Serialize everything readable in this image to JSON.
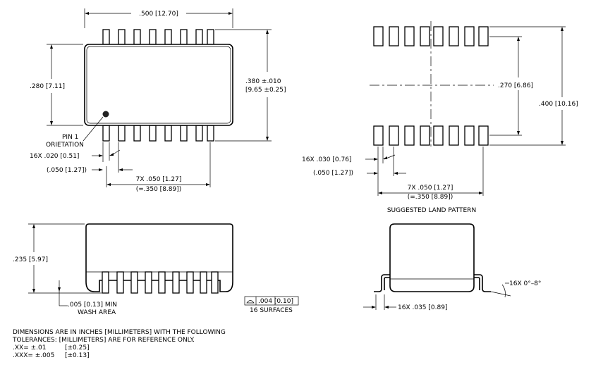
{
  "top_view": {
    "width_dim": ".500  [12.70]",
    "body_height_dim": ".280  [7.11]",
    "overall_height_dim_1": ".380 ±.010",
    "overall_height_dim_2": "[9.65 ±0.25]",
    "pin1_label_1": "PIN 1",
    "pin1_label_2": "ORIETATION",
    "lead_width_dim": "16X  .020  [0.51]",
    "pitch_dim": "(.050  [1.27])",
    "span_dim_1": "7X  .050  [1.27]",
    "span_dim_2": "(=.350  [8.89])"
  },
  "land_pattern": {
    "row_spacing_dim": ".270  [6.86]",
    "overall_dim": ".400  [10.16]",
    "pad_width_dim": "16X  .030  [0.76]",
    "pitch_dim": "(.050  [1.27])",
    "span_dim_1": "7X  .050  [1.27]",
    "span_dim_2": "(=.350  [8.89])",
    "caption": "SUGGESTED  LAND  PATTERN"
  },
  "side_view": {
    "height_dim": ".235  [5.97]",
    "standoff_dim_1": ".005  [0.13]  MIN",
    "standoff_dim_2": "WASH  AREA",
    "flatness_value": ".004  [0.10]",
    "flatness_note": "16  SURFACES"
  },
  "end_view": {
    "angle_dim": "16X  0°–8°",
    "foot_dim": "16X  .035  [0.89]"
  },
  "notes": {
    "line1": "DIMENSIONS  ARE  IN  INCHES  [MILLIMETERS]  WITH  THE  FOLLOWING",
    "line2": "TOLERANCES:   [MILLIMETERS]  ARE  FOR  REFERENCE  ONLY.",
    "line3_a": ".XX=  ±.01",
    "line3_b": "[±0.25]",
    "line4_a": ".XXX=  ±.005",
    "line4_b": "[±0.13]"
  }
}
